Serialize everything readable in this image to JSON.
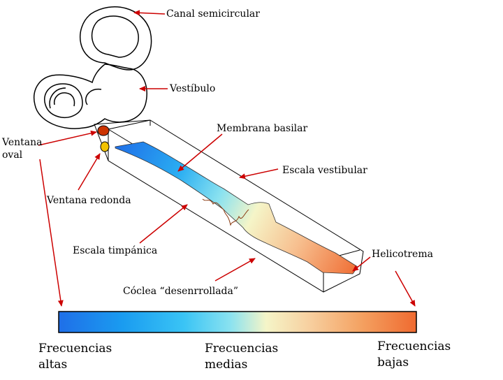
{
  "labels": {
    "canal": "Canal semicircular",
    "vestibulo": "Vestíbulo",
    "membrana": "Membrana basilar",
    "ventana_oval_1": "Ventana",
    "ventana_oval_2": "oval",
    "escala_vestibular": "Escala vestibular",
    "ventana_redonda": "Ventana redonda",
    "escala_timpanica": "Escala timpánica",
    "helicotrema": "Helicotrema",
    "coclea": "Cóclea “desenrrollada”"
  },
  "frequencies": {
    "high_1": "Frecuencias",
    "high_2": "altas",
    "mid_1": "Frecuencias",
    "mid_2": "medias",
    "low_1": "Frecuencias",
    "low_2": "bajas"
  },
  "colors": {
    "arrow": "#cc0000",
    "oval_window": "#cc3300",
    "round_window": "#f2c200",
    "gradient": [
      "#1f6fe8",
      "#1a9cf0",
      "#3ac4f5",
      "#8ae2f0",
      "#f5f5c8",
      "#f7d0a0",
      "#f4a060",
      "#ef6a30"
    ]
  }
}
